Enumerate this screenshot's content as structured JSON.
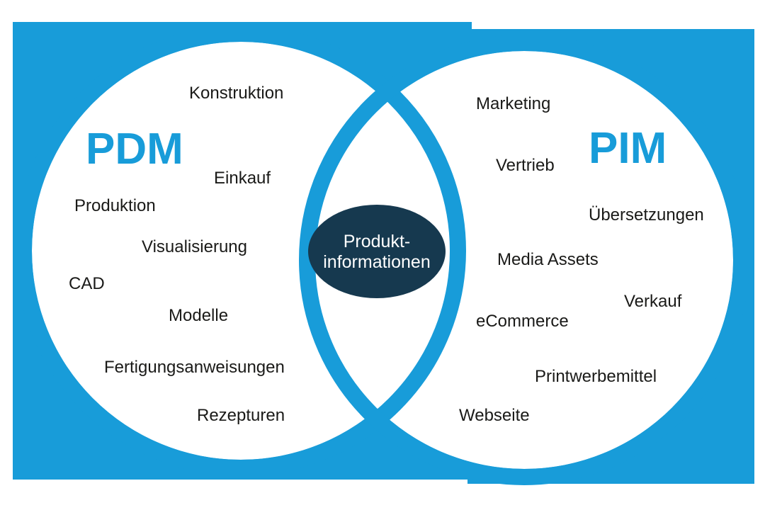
{
  "venn": {
    "left": {
      "title": "PDM",
      "items": [
        "Konstruktion",
        "Einkauf",
        "Produktion",
        "Visualisierung",
        "CAD",
        "Modelle",
        "Fertigungsanweisungen",
        "Rezepturen"
      ]
    },
    "right": {
      "title": "PIM",
      "items": [
        "Marketing",
        "Vertrieb",
        "Übersetzungen",
        "Media Assets",
        "Verkauf",
        "eCommerce",
        "Printwerbemittel",
        "Webseite"
      ]
    },
    "intersection": {
      "line1": "Produkt-",
      "line2": "informationen"
    },
    "colors": {
      "blue": "#189CD9",
      "navy": "#16394F",
      "white": "#FFFFFF",
      "text": "#1A1A18"
    }
  }
}
